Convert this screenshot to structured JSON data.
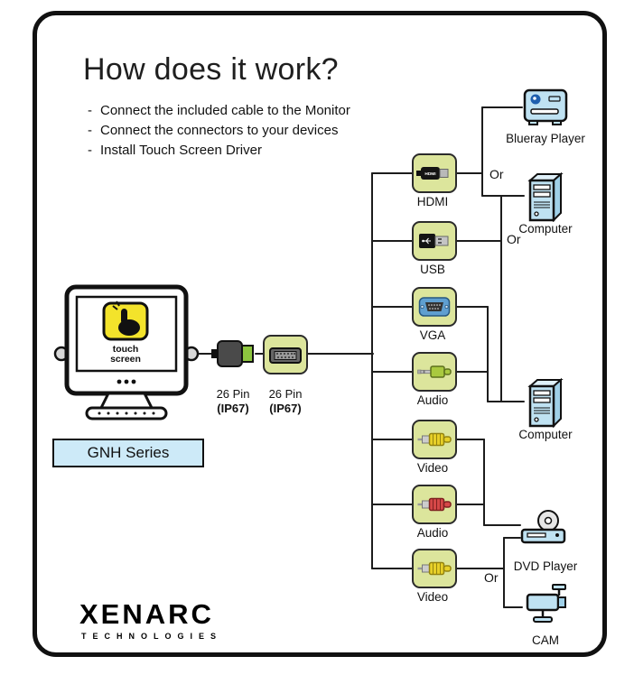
{
  "title": "How does it work?",
  "instructions": {
    "bullet": "-",
    "items": [
      "Connect the included cable to the Monitor",
      "Connect the connectors to your devices",
      "Install Touch Screen Driver"
    ]
  },
  "monitor": {
    "screen_line1": "touch",
    "screen_line2": "screen",
    "series": "GNH Series"
  },
  "cable": {
    "pin_label": "26 Pin",
    "ip_label": "(IP67)"
  },
  "connectors": [
    {
      "id": "hdmi",
      "label": "HDMI"
    },
    {
      "id": "usb",
      "label": "USB"
    },
    {
      "id": "vga",
      "label": "VGA"
    },
    {
      "id": "audio-jack",
      "label": "Audio"
    },
    {
      "id": "video-rca",
      "label": "Video"
    },
    {
      "id": "audio-rca",
      "label": "Audio"
    },
    {
      "id": "video-rca-2",
      "label": "Video"
    }
  ],
  "devices": [
    {
      "id": "blueray-player",
      "label": "Blueray Player"
    },
    {
      "id": "computer-1",
      "label": "Computer"
    },
    {
      "id": "computer-2",
      "label": "Computer"
    },
    {
      "id": "dvd-player",
      "label": "DVD Player"
    },
    {
      "id": "cam",
      "label": "CAM"
    }
  ],
  "or_label": "Or",
  "logo": {
    "name": "XENARC",
    "tagline": "TECHNOLOGIES"
  },
  "colors": {
    "connector_tile": "#dce59c",
    "device_blue": "#bfe2f2",
    "touch_yellow": "#f3e32b",
    "series_box": "#cdeaf8",
    "line": "#1c1c1c"
  }
}
